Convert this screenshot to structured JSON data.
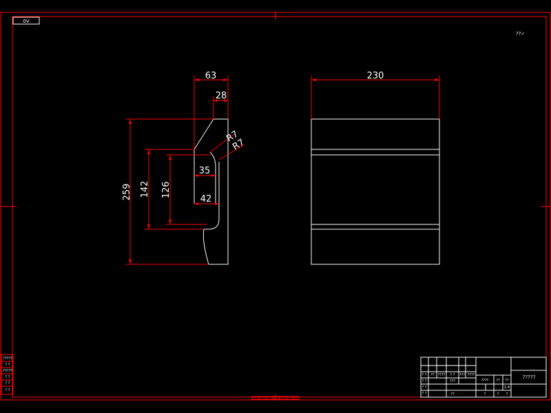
{
  "drawing": {
    "sheet_tag": "0V",
    "corner_note": "??✓",
    "front_view": {
      "dims": {
        "width_top": "63",
        "width_inner_top": "28",
        "radius_1": "R7",
        "radius_2": "R7",
        "width_35": "35",
        "width_42": "42",
        "height_total": "259",
        "height_142": "142",
        "height_126": "126"
      }
    },
    "side_view": {
      "dims": {
        "width": "230"
      }
    },
    "title_block": {
      "part_name": "?????",
      "scale": "1:4",
      "cells": {
        "r1a": "? ?",
        "r1b": "??",
        "r1c": "????",
        "r1d": "? ?",
        "r1e": "???",
        "r1f": "????",
        "r1g": "??",
        "r1h": "??",
        "r2a": "???",
        "r3a": "? ?",
        "r4a": "? ?",
        "r4b": "??",
        "r4c": "?",
        "r4d": "?",
        "r4e": "?"
      }
    },
    "left_table": [
      "?????",
      "? ?",
      "?????",
      "? ?",
      "? ?",
      "? ?"
    ],
    "colors": {
      "border": "#ff0000",
      "geometry": "#ffffff",
      "background": "#000000"
    }
  }
}
